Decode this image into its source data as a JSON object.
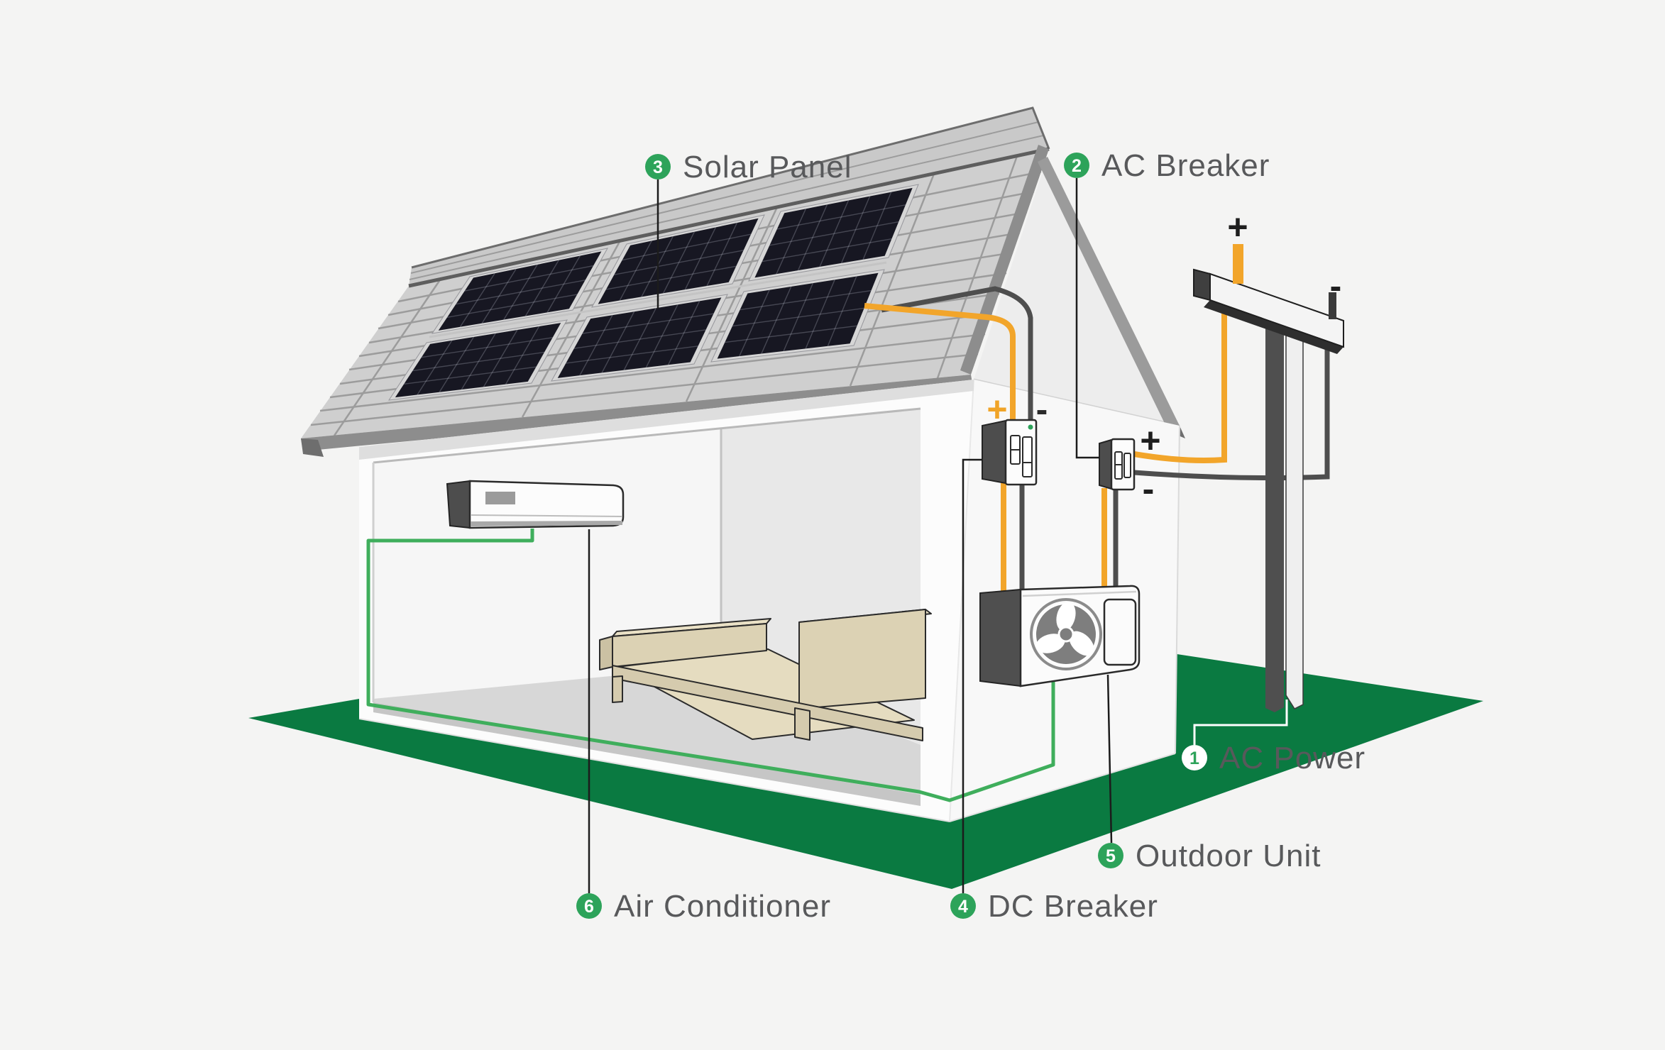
{
  "colors": {
    "background": "#f4f4f3",
    "accent_green": "#2da35a",
    "grass_green": "#0a7a41",
    "wire_yellow": "#f2a52a",
    "wire_dark": "#4e4e4e",
    "wire_green": "#3fae5c",
    "label_text": "#58595b",
    "roof_gray": "#cfcfcf",
    "panel_dark": "#171722"
  },
  "labels": [
    {
      "number": "1",
      "text": "AC Power",
      "inverted": true
    },
    {
      "number": "2",
      "text": "AC Breaker",
      "inverted": false
    },
    {
      "number": "3",
      "text": "Solar Panel",
      "inverted": false
    },
    {
      "number": "4",
      "text": "DC Breaker",
      "inverted": false
    },
    {
      "number": "5",
      "text": "Outdoor Unit",
      "inverted": false
    },
    {
      "number": "6",
      "text": "Air Conditioner",
      "inverted": false
    }
  ],
  "terminals": {
    "dc_plus": "+",
    "dc_minus": "-",
    "ac_plus": "+",
    "ac_minus": "-",
    "grid_plus": "+",
    "grid_minus": "-"
  }
}
